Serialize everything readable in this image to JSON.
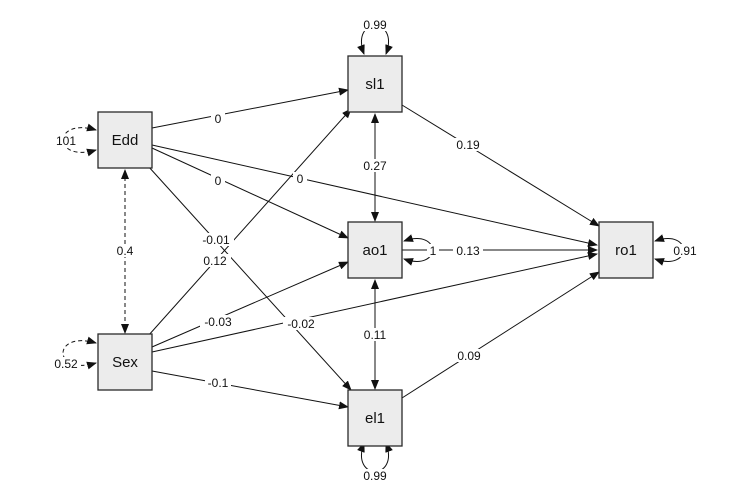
{
  "diagram": {
    "nodes": {
      "edd": "Edd",
      "sex": "Sex",
      "sl1": "sl1",
      "ao1": "ao1",
      "el1": "el1",
      "ro1": "ro1"
    },
    "variances": {
      "edd": "101",
      "sex": "0.52",
      "sl1": "0.99",
      "ao1": "1",
      "el1": "0.99",
      "ro1": "0.91"
    },
    "paths": {
      "edd_sl1": "0",
      "edd_ao1": "0",
      "edd_ro1": "0",
      "edd_el1": "-0.01",
      "sex_sl1": "0.12",
      "sex_ao1": "-0.03",
      "sex_ro1": "-0.02",
      "sex_el1": "-0.1",
      "sl1_ro1": "0.19",
      "ao1_ro1": "0.13",
      "el1_ro1": "0.09"
    },
    "covariances": {
      "edd_sex": "0.4",
      "sl1_ao1": "0.27",
      "ao1_el1": "0.11"
    }
  }
}
